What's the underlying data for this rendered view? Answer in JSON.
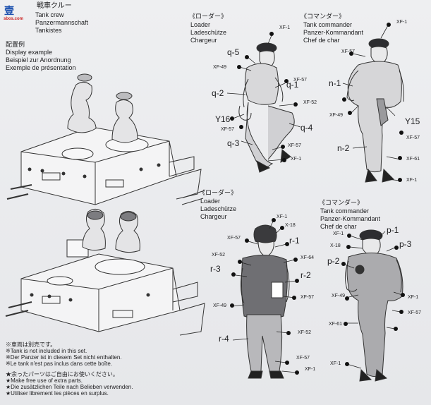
{
  "logo": {
    "mark": "壹",
    "sub": "sbos.com"
  },
  "header": {
    "jp": "戦車クルー",
    "en": "Tank crew",
    "de": "Panzermannschaft",
    "fr": "Tankistes"
  },
  "display": {
    "jp": "配置例",
    "en": "Display example",
    "de": "Beispiel zur Anordnung",
    "fr": "Exemple de présentation"
  },
  "fig1": {
    "role_jp": "《ローダー》",
    "en": "Loader",
    "de": "Ladeschütze",
    "fr": "Chargeur"
  },
  "fig2": {
    "role_jp": "《コマンダー》",
    "en": "Tank commander",
    "de": "Panzer-Kommandant",
    "fr": "Chef de char"
  },
  "fig3": {
    "role_jp": "《ローダー》",
    "en": "Loader",
    "de": "Ladeschütze",
    "fr": "Chargeur"
  },
  "fig4": {
    "role_jp": "《コマンダー》",
    "en": "Tank commander",
    "de": "Panzer-Kommandant",
    "fr": "Chef de char"
  },
  "parts": {
    "q5": "q-5",
    "q1": "q-1",
    "q2": "q-2",
    "q3": "q-3",
    "q4": "q-4",
    "y16": "Y16",
    "n1": "n-1",
    "n2": "n-2",
    "y15": "Y15",
    "r1": "r-1",
    "r2": "r-2",
    "r3": "r-3",
    "r4": "r-4",
    "p1": "p-1",
    "p2": "p-2",
    "p3": "p-3"
  },
  "paints": {
    "xf1": "XF-1",
    "xf49": "XF-49",
    "xf57": "XF-57",
    "xf52": "XF-52",
    "xf61": "XF-61",
    "xf64": "XF-64",
    "x18": "X-18"
  },
  "notes": {
    "n1_jp": "※車両は別売です。",
    "n1_en": "※Tank is not included in this set.",
    "n1_de": "※Der Panzer ist in diesem Set nicht enthalten.",
    "n1_fr": "※Le tank n'est pas inclus dans cette boîte.",
    "n2_jp": "★余ったパーツはご自由にお使いください。",
    "n2_en": "★Make free use of extra parts.",
    "n2_de": "★Die zusätzlichen Teile nach Belieben verwenden.",
    "n2_fr": "★Utiliser librement les pièces en surplus."
  }
}
